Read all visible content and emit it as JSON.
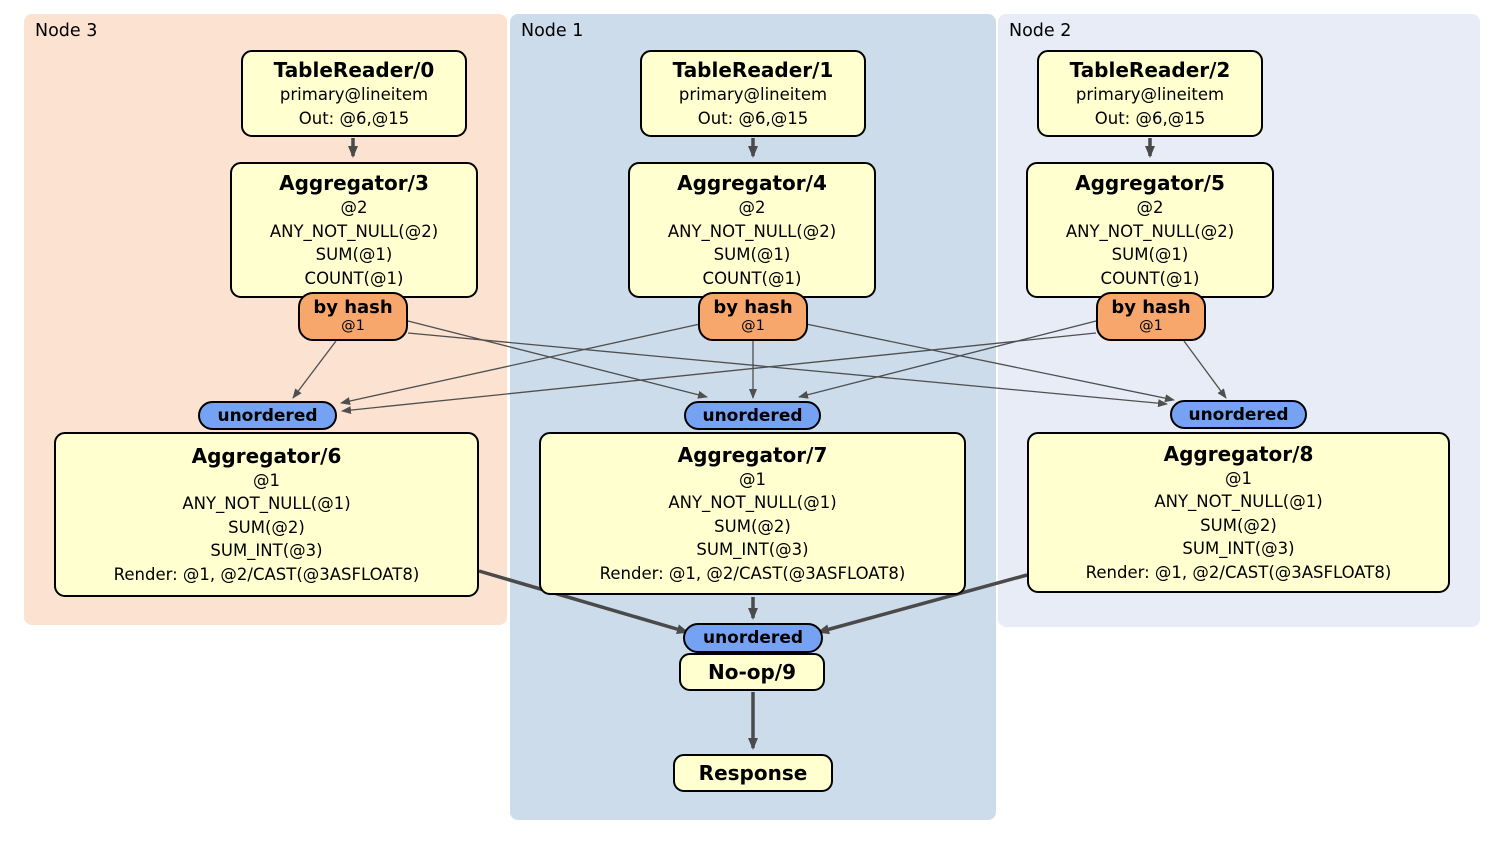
{
  "groups": [
    {
      "label": "Node 3",
      "bg": "#fce2d0"
    },
    {
      "label": "Node 1",
      "bg": "#cddcea"
    },
    {
      "label": "Node 2",
      "bg": "#e7ecf7"
    }
  ],
  "boxes": {
    "tr0": {
      "title": "TableReader/0",
      "lines": [
        "primary@lineitem",
        "Out: @6,@15"
      ]
    },
    "tr1": {
      "title": "TableReader/1",
      "lines": [
        "primary@lineitem",
        "Out: @6,@15"
      ]
    },
    "tr2": {
      "title": "TableReader/2",
      "lines": [
        "primary@lineitem",
        "Out: @6,@15"
      ]
    },
    "agg3": {
      "title": "Aggregator/3",
      "lines": [
        "@2",
        "ANY_NOT_NULL(@2)",
        "SUM(@1)",
        "COUNT(@1)"
      ]
    },
    "agg4": {
      "title": "Aggregator/4",
      "lines": [
        "@2",
        "ANY_NOT_NULL(@2)",
        "SUM(@1)",
        "COUNT(@1)"
      ]
    },
    "agg5": {
      "title": "Aggregator/5",
      "lines": [
        "@2",
        "ANY_NOT_NULL(@2)",
        "SUM(@1)",
        "COUNT(@1)"
      ]
    },
    "agg6": {
      "title": "Aggregator/6",
      "lines": [
        "@1",
        "ANY_NOT_NULL(@1)",
        "SUM(@2)",
        "SUM_INT(@3)",
        "Render: @1, @2/CAST(@3ASFLOAT8)"
      ]
    },
    "agg7": {
      "title": "Aggregator/7",
      "lines": [
        "@1",
        "ANY_NOT_NULL(@1)",
        "SUM(@2)",
        "SUM_INT(@3)",
        "Render: @1, @2/CAST(@3ASFLOAT8)"
      ]
    },
    "agg8": {
      "title": "Aggregator/8",
      "lines": [
        "@1",
        "ANY_NOT_NULL(@1)",
        "SUM(@2)",
        "SUM_INT(@3)",
        "Render: @1, @2/CAST(@3ASFLOAT8)"
      ]
    },
    "noop": {
      "title": "No-op/9"
    },
    "response": {
      "title": "Response"
    }
  },
  "routers": [
    {
      "label": "by hash",
      "tag": "@1"
    },
    {
      "label": "by hash",
      "tag": "@1"
    },
    {
      "label": "by hash",
      "tag": "@1"
    }
  ],
  "syncs": [
    {
      "label": "unordered"
    },
    {
      "label": "unordered"
    },
    {
      "label": "unordered"
    },
    {
      "label": "unordered"
    }
  ],
  "edges": [
    {
      "from": "TableReader/0",
      "to": "Aggregator/3"
    },
    {
      "from": "TableReader/1",
      "to": "Aggregator/4"
    },
    {
      "from": "TableReader/2",
      "to": "Aggregator/5"
    },
    {
      "from": "by-hash-router-node3",
      "to": "unordered-sync-node3"
    },
    {
      "from": "by-hash-router-node3",
      "to": "unordered-sync-node1"
    },
    {
      "from": "by-hash-router-node3",
      "to": "unordered-sync-node2"
    },
    {
      "from": "by-hash-router-node1",
      "to": "unordered-sync-node3"
    },
    {
      "from": "by-hash-router-node1",
      "to": "unordered-sync-node1"
    },
    {
      "from": "by-hash-router-node1",
      "to": "unordered-sync-node2"
    },
    {
      "from": "by-hash-router-node2",
      "to": "unordered-sync-node3"
    },
    {
      "from": "by-hash-router-node2",
      "to": "unordered-sync-node1"
    },
    {
      "from": "by-hash-router-node2",
      "to": "unordered-sync-node2"
    },
    {
      "from": "Aggregator/6",
      "to": "unordered-sync-final"
    },
    {
      "from": "Aggregator/7",
      "to": "unordered-sync-final"
    },
    {
      "from": "Aggregator/8",
      "to": "unordered-sync-final"
    },
    {
      "from": "No-op/9",
      "to": "Response"
    }
  ],
  "colors": {
    "processor_fill": "#ffffd0",
    "router_fill": "#f7a76c",
    "sync_fill": "#75a2f3",
    "edge_thick": "#4a4a4a",
    "edge_thin": "#4f4f4f",
    "node3_bg": "#fce2d0",
    "node1_bg": "#cddcea",
    "node2_bg": "#e7ecf7"
  }
}
